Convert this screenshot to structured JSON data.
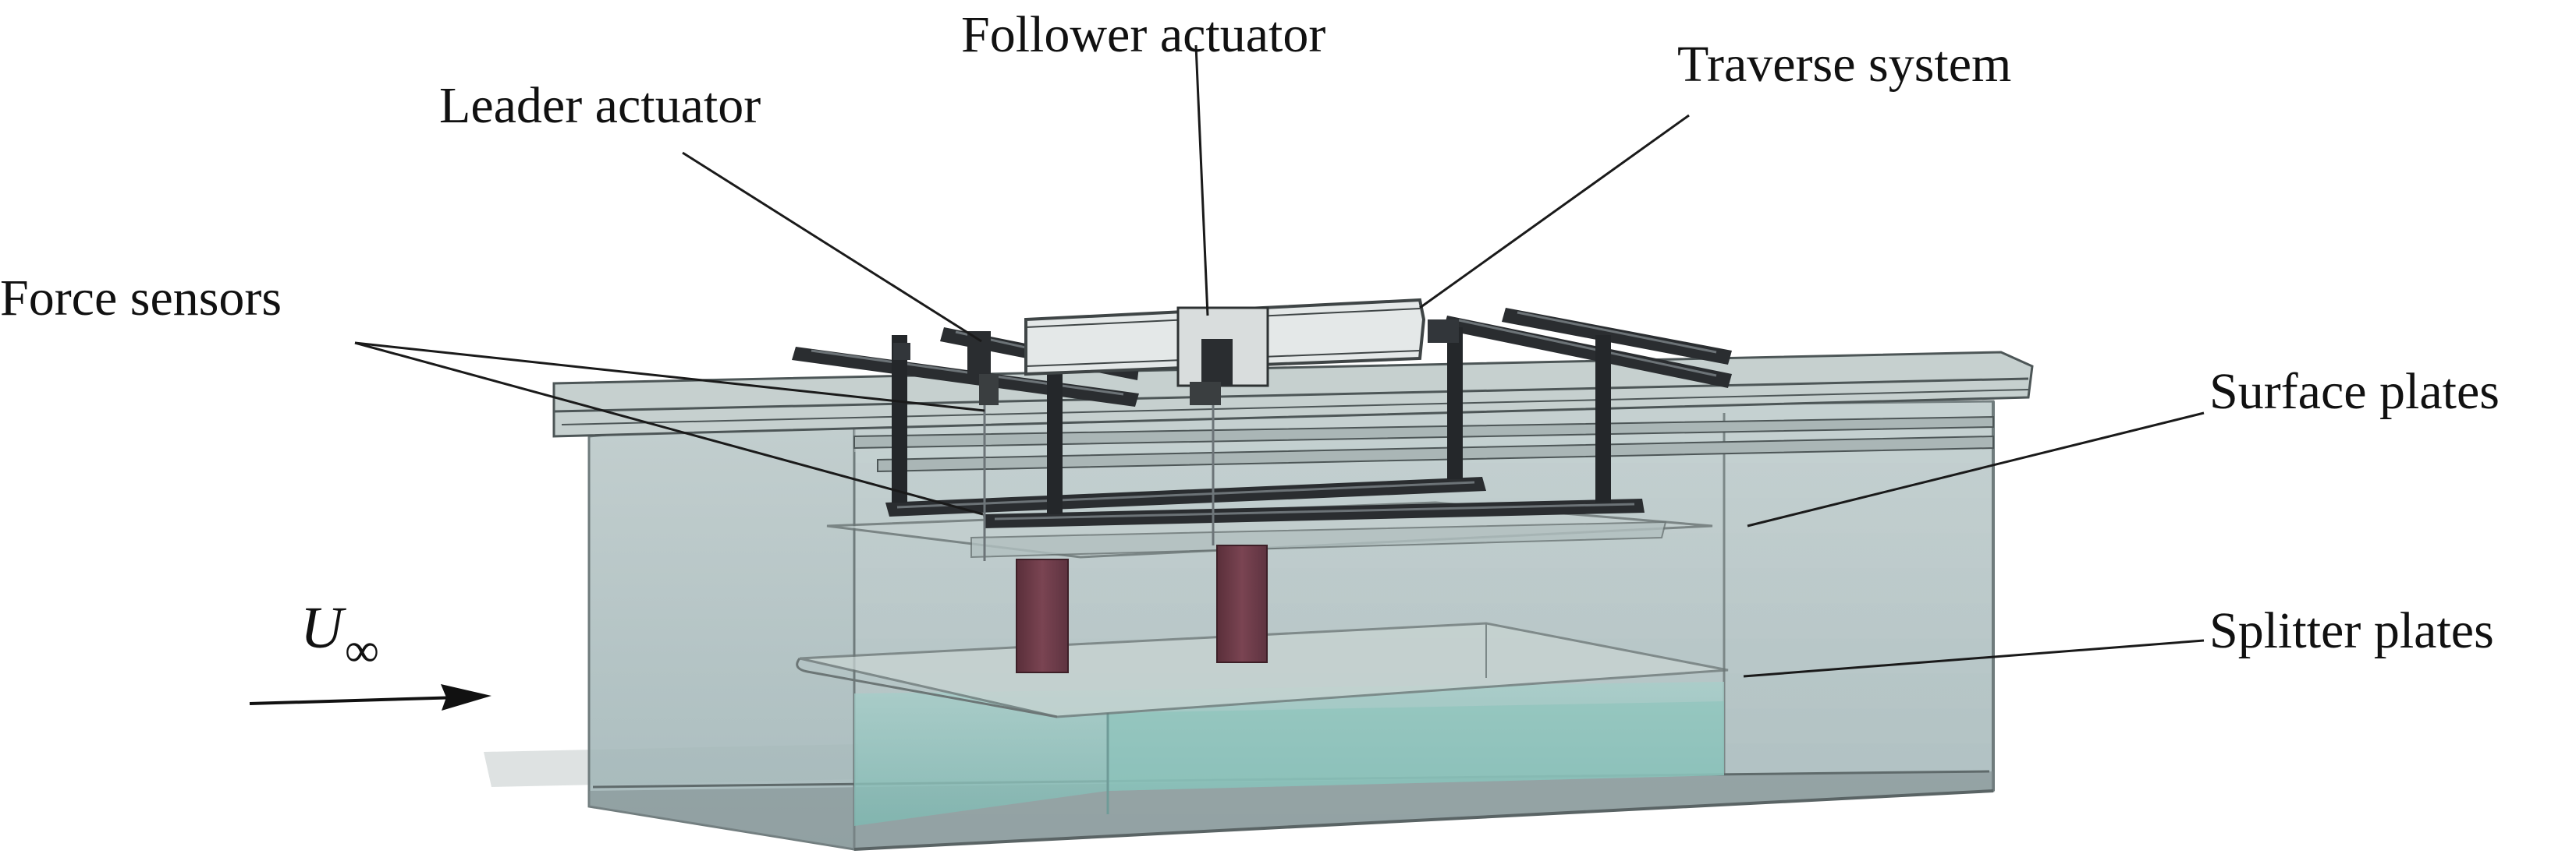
{
  "labels": {
    "follower_actuator": "Follower actuator",
    "leader_actuator": "Leader actuator",
    "traverse_system": "Traverse system",
    "force_sensors": "Force sensors",
    "surface_plates": "Surface plates",
    "splitter_plates": "Splitter plates"
  },
  "flow": {
    "symbol": "U",
    "subscript": "∞"
  },
  "colors": {
    "tank_glass": "#aebdbd",
    "water": "#8fc3bd",
    "rail": "#2a2d30",
    "foil": "#6e3c4a",
    "leader_line": "#1a1a1a"
  }
}
